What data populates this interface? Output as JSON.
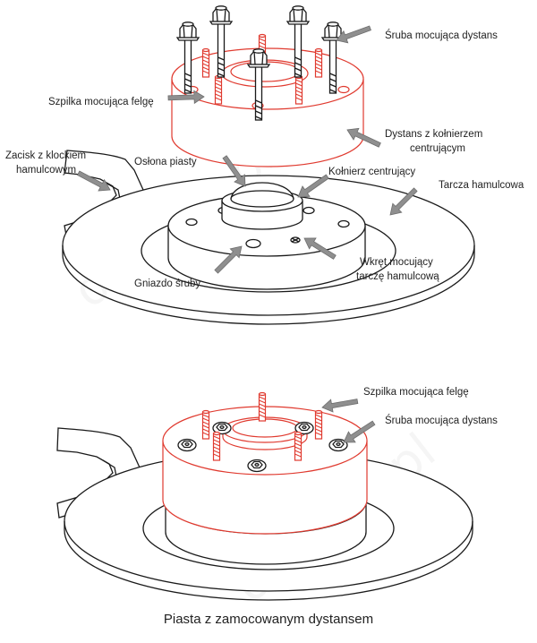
{
  "labels": {
    "top_bolt": "Śruba mocująca dystans",
    "top_stud": "Szpilka mocująca felgę",
    "spacer": [
      "Dystans z kołnierzem",
      "centrującym"
    ],
    "caliper": [
      "Zacisk z klockiem",
      "hamulcowym"
    ],
    "hub_cover": "Osłona piasty",
    "centering_collar": "Kołnierz centrujący",
    "brake_disc": "Tarcza hamulcowa",
    "disc_screw": [
      "Wkręt mocujący",
      "tarczę hamulcową"
    ],
    "bolt_socket": "Gniazdo śruby",
    "bottom_stud": "Szpilka mocująca felgę",
    "bottom_bolt": "Śruba mocująca dystans"
  },
  "caption": "Piasta z zamocowanym dystansem",
  "watermark": "oponeo.pl",
  "colors": {
    "spacer_line": "#e03a2f",
    "outline": "#1a1a1a",
    "arrow": "#8f8f8f"
  }
}
